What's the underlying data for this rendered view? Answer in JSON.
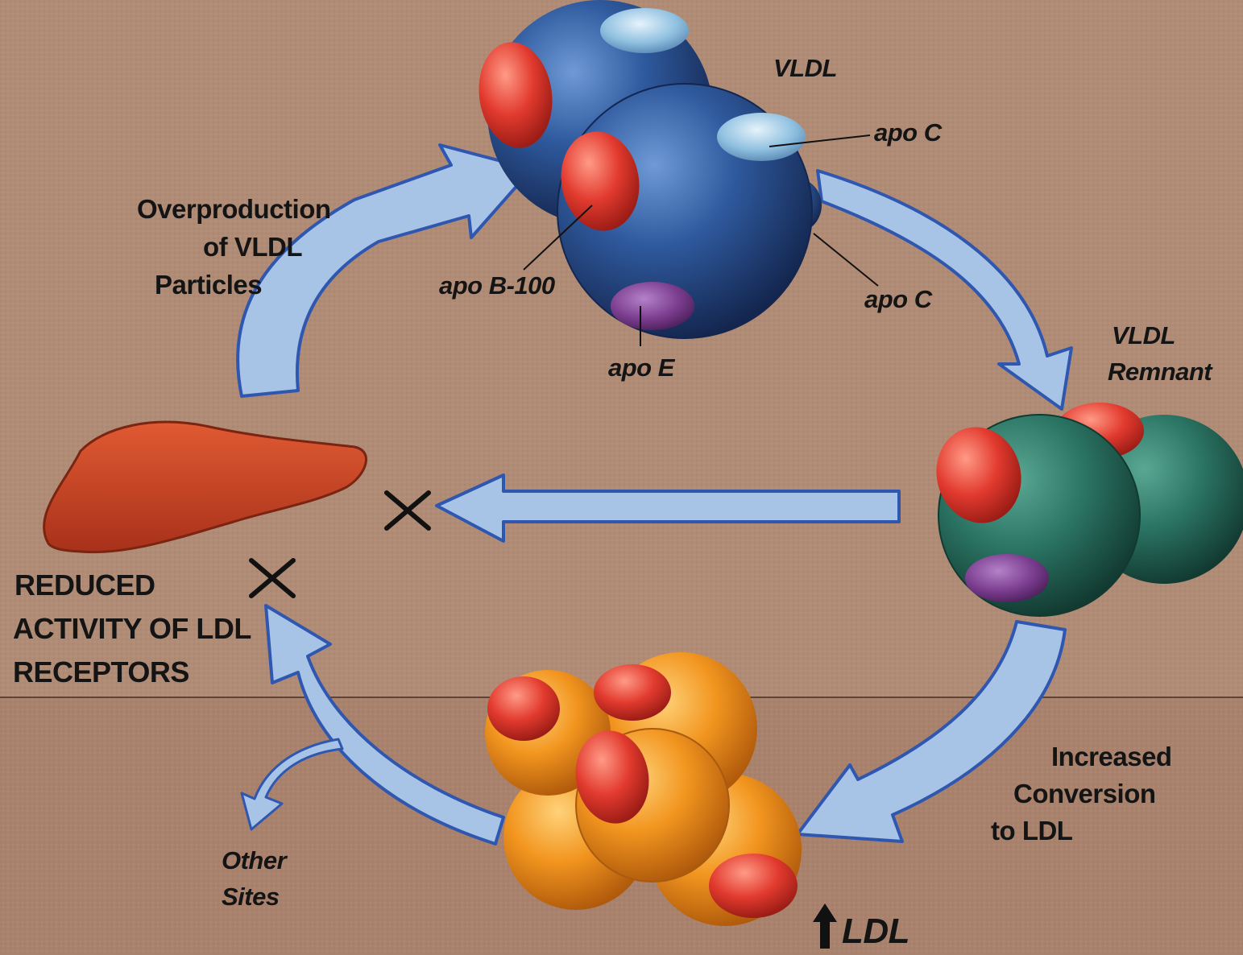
{
  "labels": {
    "vldl": "VLDL",
    "apo_c_top": "apo C",
    "apo_c_side": "apo C",
    "apo_b100": "apo B-100",
    "apo_e": "apo E",
    "overproduction": [
      "Overproduction",
      "of VLDL",
      "Particles"
    ],
    "vldl_remnant": [
      "VLDL",
      "Remnant"
    ],
    "reduced_activity": [
      "REDUCED",
      "ACTIVITY OF LDL",
      "RECEPTORS"
    ],
    "increased_conversion": [
      "Increased",
      "Conversion",
      "to LDL"
    ],
    "other_sites": [
      "Other",
      "Sites"
    ],
    "ldl": "LDL"
  },
  "colors": {
    "background": "#b08c76",
    "background_lower": "#a8826c",
    "arrow_fill": "#a7c4e6",
    "arrow_edge": "#3057b0",
    "vldl_particle": "#2f5a9e",
    "remnant_particle": "#2b7463",
    "ldl_particle": "#f2951f",
    "apo_b100": "#e23a2e",
    "apo_e": "#7b3d8f",
    "apo_c": "#8fc0e0",
    "liver": "#c9401e"
  },
  "icons": {
    "blocked_marker": "x-mark-icon",
    "increase_marker": "up-arrow-icon"
  }
}
